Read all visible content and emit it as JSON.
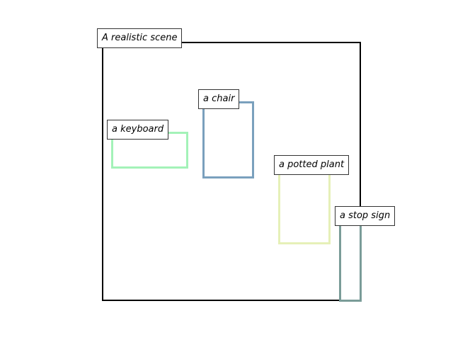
{
  "scene": {
    "title": "A realistic scene"
  },
  "objects": [
    {
      "label": "a keyboard",
      "color": "#a3f2b8"
    },
    {
      "label": "a chair",
      "color": "#7aa0bd"
    },
    {
      "label": "a potted plant",
      "color": "#e6f0b8"
    },
    {
      "label": "a stop sign",
      "color": "#7a9c98"
    }
  ]
}
